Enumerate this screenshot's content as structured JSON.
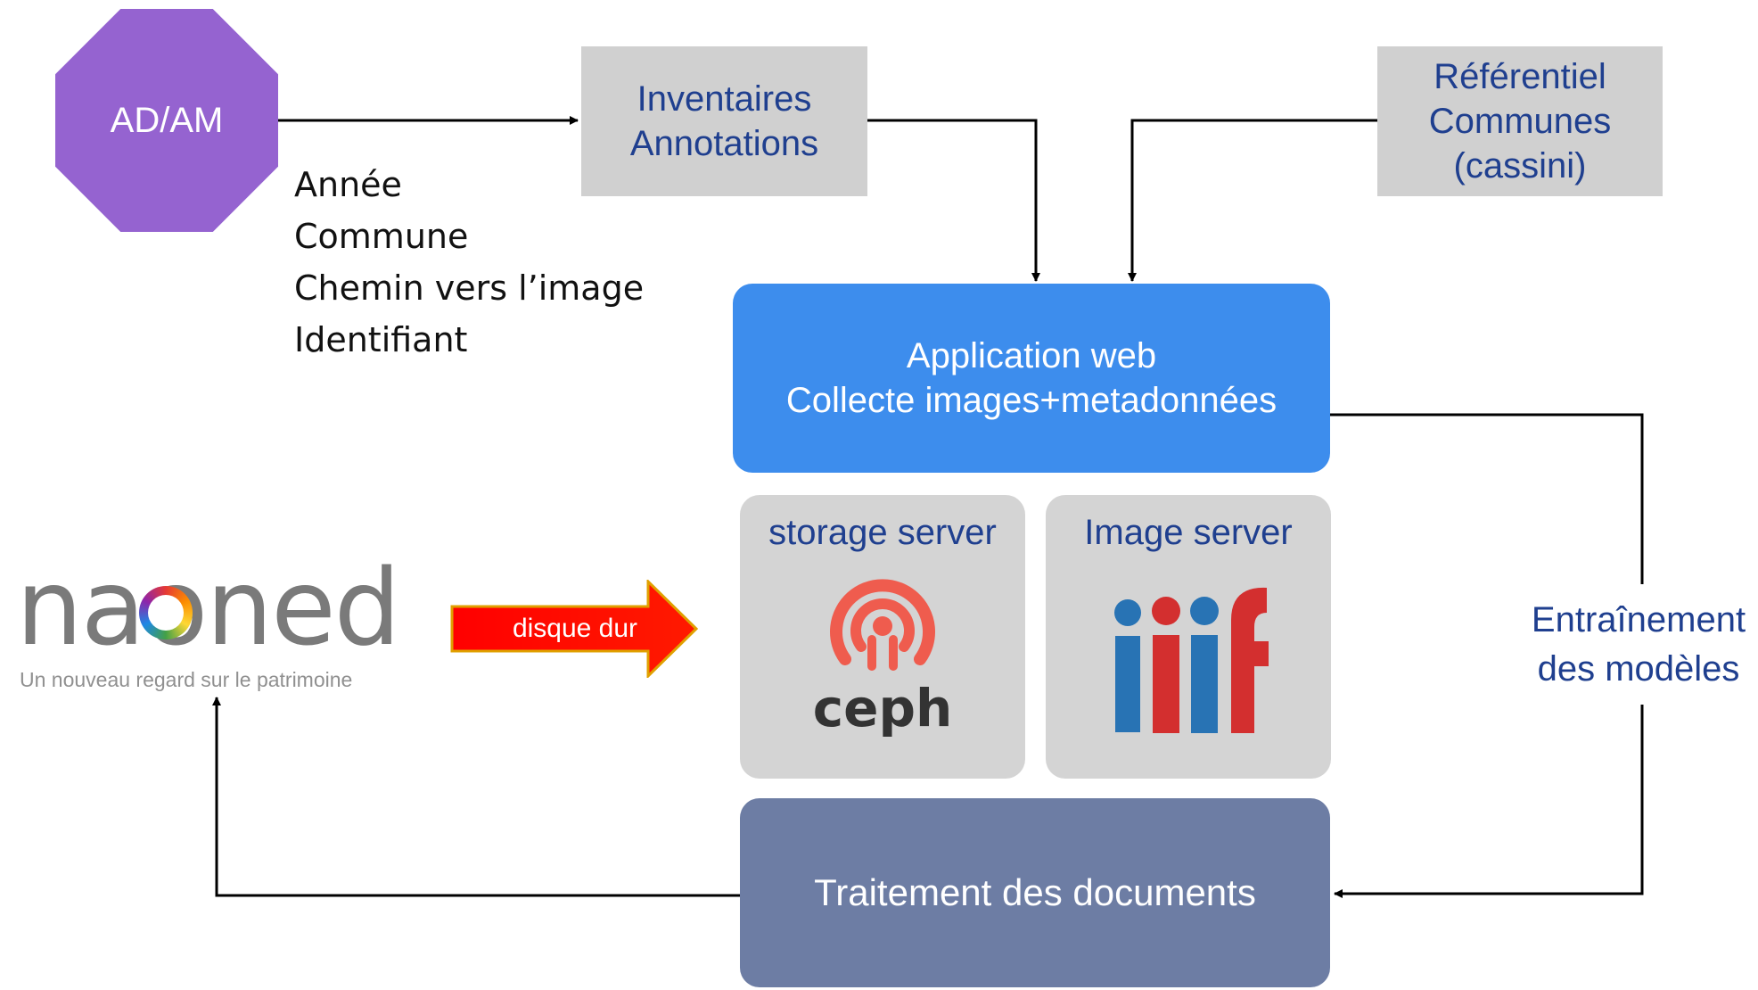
{
  "source_node": {
    "label": "AD/AM",
    "color": "#9563d0"
  },
  "attributes": [
    "Année",
    "Commune",
    "Chemin vers l’image",
    "Identifiant"
  ],
  "inventory_box": {
    "line1": "Inventaires",
    "line2": "Annotations"
  },
  "referential_box": {
    "line1": "Référentiel",
    "line2": "Communes",
    "line3": "(cassini)"
  },
  "app_box": {
    "line1": "Application web",
    "line2": "Collecte images+metadonnées",
    "color": "#3d8ded"
  },
  "storage_server": {
    "title": "storage server",
    "logo_text": "ceph"
  },
  "image_server": {
    "title": "Image server",
    "logo_icon": "iiif-logo"
  },
  "processing_box": {
    "label": "Traitement des documents",
    "color": "#6d7da4"
  },
  "training_label": {
    "line1": "Entraînement",
    "line2": "des modèles"
  },
  "transfer_arrow": {
    "label": "disque dur"
  },
  "naoned_logo": {
    "wordmark": "naoned",
    "tagline": "Un nouveau regard sur le patrimoine"
  },
  "colors": {
    "accent_text": "#1f3f8f",
    "grey_box": "#d0d0d0",
    "red_arrow": "#ff0000"
  }
}
